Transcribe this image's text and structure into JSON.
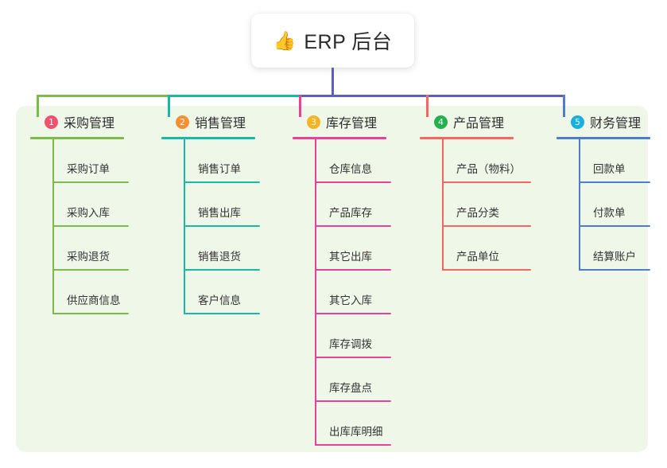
{
  "root": {
    "icon": "thumbs-up-icon",
    "icon_glyph": "👍",
    "title": "ERP 后台"
  },
  "palette": {
    "panel_bg": "#eff7e9",
    "page_bg": "#ffffff",
    "trunk_purple": "#5a5fc7",
    "green": "#7cbb4a",
    "teal": "#19b9a8",
    "magenta": "#e8419a",
    "red": "#f4665f",
    "blue": "#4f7ec9"
  },
  "connector": {
    "trunk_color": "#5a5fc7",
    "bar_segments": [
      {
        "name": "segment-green",
        "color": "#7cbb4a"
      },
      {
        "name": "segment-teal",
        "color": "#19b9a8"
      },
      {
        "name": "segment-purple",
        "color": "#5a5fc7"
      }
    ],
    "drops": [
      {
        "name": "drop-purchase",
        "color": "#7cbb4a"
      },
      {
        "name": "drop-sales",
        "color": "#19b9a8"
      },
      {
        "name": "drop-inventory",
        "color": "#e8419a"
      },
      {
        "name": "drop-product",
        "color": "#f4665f"
      },
      {
        "name": "drop-finance",
        "color": "#4f7ec9"
      }
    ]
  },
  "columns": [
    {
      "number": "1",
      "badge_color": "#f0526d",
      "accent": "#7cbb4a",
      "title": "采购管理",
      "rule_width": 118,
      "leaf_rule_width": 96,
      "items": [
        {
          "label": "采购订单"
        },
        {
          "label": "采购入库"
        },
        {
          "label": "采购退货"
        },
        {
          "label": "供应商信息"
        }
      ]
    },
    {
      "number": "2",
      "badge_color": "#f59033",
      "accent": "#19b9a8",
      "title": "销售管理",
      "rule_width": 118,
      "leaf_rule_width": 96,
      "items": [
        {
          "label": "销售订单"
        },
        {
          "label": "销售出库"
        },
        {
          "label": "销售退货"
        },
        {
          "label": "客户信息"
        }
      ]
    },
    {
      "number": "3",
      "badge_color": "#f7b322",
      "accent": "#e8419a",
      "title": "库存管理",
      "rule_width": 118,
      "leaf_rule_width": 96,
      "items": [
        {
          "label": "仓库信息"
        },
        {
          "label": "产品库存"
        },
        {
          "label": "其它出库"
        },
        {
          "label": "其它入库"
        },
        {
          "label": "库存调拨"
        },
        {
          "label": "库存盘点"
        },
        {
          "label": "出库库明细"
        }
      ]
    },
    {
      "number": "4",
      "badge_color": "#22b14c",
      "accent": "#f4665f",
      "title": "产品管理",
      "rule_width": 118,
      "leaf_rule_width": 112,
      "items": [
        {
          "label": "产品（物料）"
        },
        {
          "label": "产品分类"
        },
        {
          "label": "产品单位"
        }
      ]
    },
    {
      "number": "5",
      "badge_color": "#18b0e0",
      "accent": "#4f7ec9",
      "title": "财务管理",
      "rule_width": 118,
      "leaf_rule_width": 90,
      "items": [
        {
          "label": "回款单"
        },
        {
          "label": "付款单"
        },
        {
          "label": "结算账户"
        }
      ]
    }
  ]
}
